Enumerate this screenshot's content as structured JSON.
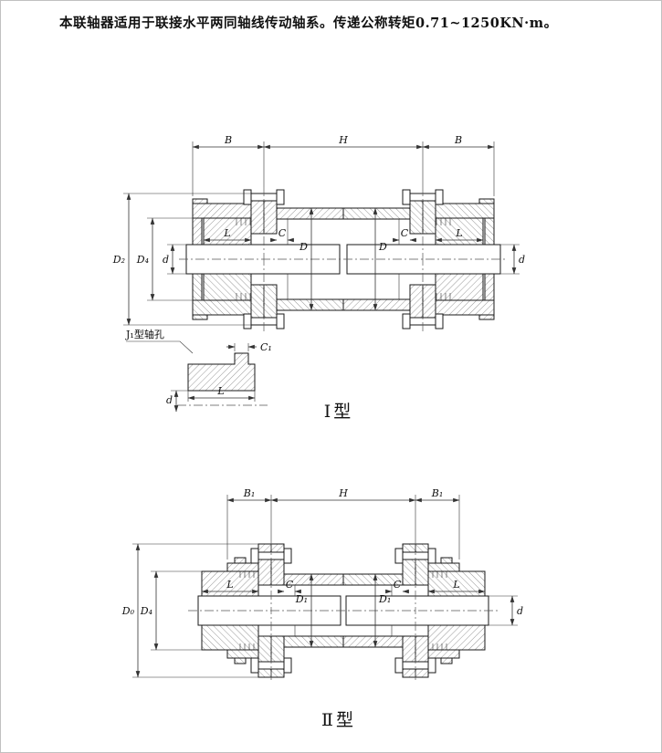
{
  "header": {
    "text": "本联轴器适用于联接水平两同轴线传动轴系。传递公称转矩0.71~1250KN·m。"
  },
  "type1": {
    "caption": "Ⅰ型",
    "detail_title": "J₁型轴孔",
    "dims": {
      "b_left": "B",
      "h": "H",
      "b_right": "B",
      "d2": "D₂",
      "d4": "D₄",
      "d_left": "d",
      "l_left": "L",
      "c_left": "C",
      "dd_left": "D",
      "dd_right": "D",
      "c_right": "C",
      "l_right": "L",
      "d_right": "d",
      "c1": "C₁",
      "detail_d": "d",
      "detail_l": "L"
    }
  },
  "type2": {
    "caption": "Ⅱ型",
    "dims": {
      "b1_left": "B₁",
      "h": "H",
      "b1_right": "B₁",
      "d0": "D₀",
      "d4": "D₄",
      "l_left": "L",
      "c_left": "C",
      "d1_left": "D₁",
      "d1_right": "D₁",
      "c_right": "C",
      "l_right": "L",
      "d_right": "d"
    }
  }
}
